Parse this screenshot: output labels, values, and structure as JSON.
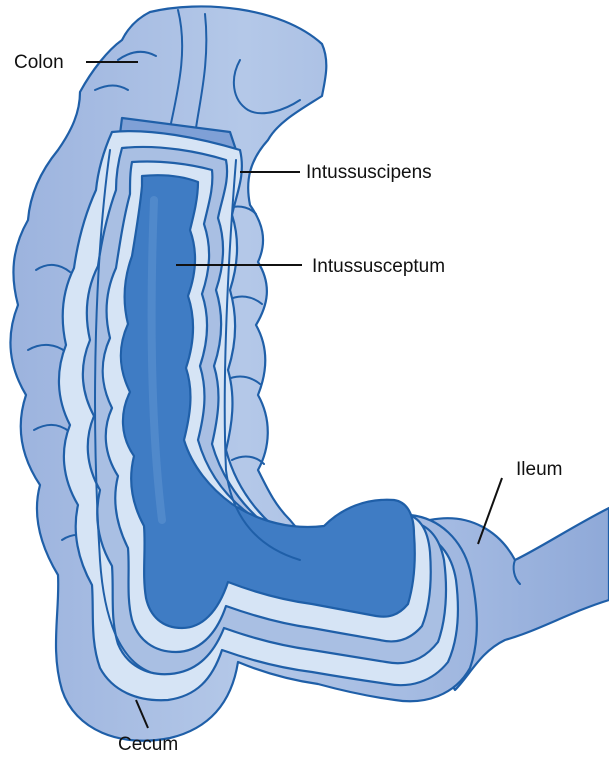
{
  "labels": {
    "colon": "Colon",
    "intussuscipiens": "Intussuscipens",
    "intussusceptum": "Intussusceptum",
    "ileum": "Ileum",
    "cecum": "Cecum"
  },
  "colors": {
    "outer_wall": "#a9bfe3",
    "outer_wall_shade": "#92abd8",
    "inner_lining": "#d6e4f5",
    "lumen": "#3f7cc4",
    "lumen_dark": "#2f68b2",
    "outline": "#1f5fa8",
    "text": "#111111"
  }
}
